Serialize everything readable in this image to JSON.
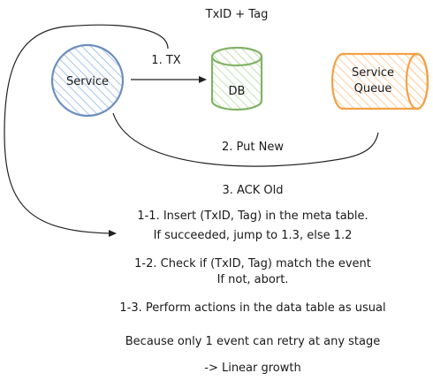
{
  "diagram": {
    "nodes": {
      "service": {
        "label": "Service",
        "stroke": "#6c8ebf",
        "hatch": "#a9c4eb"
      },
      "db": {
        "label": "DB",
        "stroke": "#82b366",
        "hatch": "#c5e0b4"
      },
      "queue": {
        "label_line1": "Service",
        "label_line2": "Queue",
        "stroke": "#f5a144",
        "hatch": "#ffce9f"
      }
    },
    "edges": {
      "tx": "1. TX",
      "txid_tag": "TxID + Tag",
      "put_new": "2. Put New",
      "ack_old": "3. ACK Old"
    },
    "notes": {
      "step_1_1_line1": "1-1. Insert (TxID, Tag) in the meta table.",
      "step_1_1_line2": "If succeeded, jump to 1.3, else 1.2",
      "step_1_2_line1": "1-2. Check if (TxID, Tag) match the event",
      "step_1_2_line2": "If not, abort.",
      "step_1_3": "1-3. Perform actions in the data table as usual",
      "reason": "Because only 1 event can retry at any stage",
      "conclusion": "-> Linear growth"
    }
  }
}
